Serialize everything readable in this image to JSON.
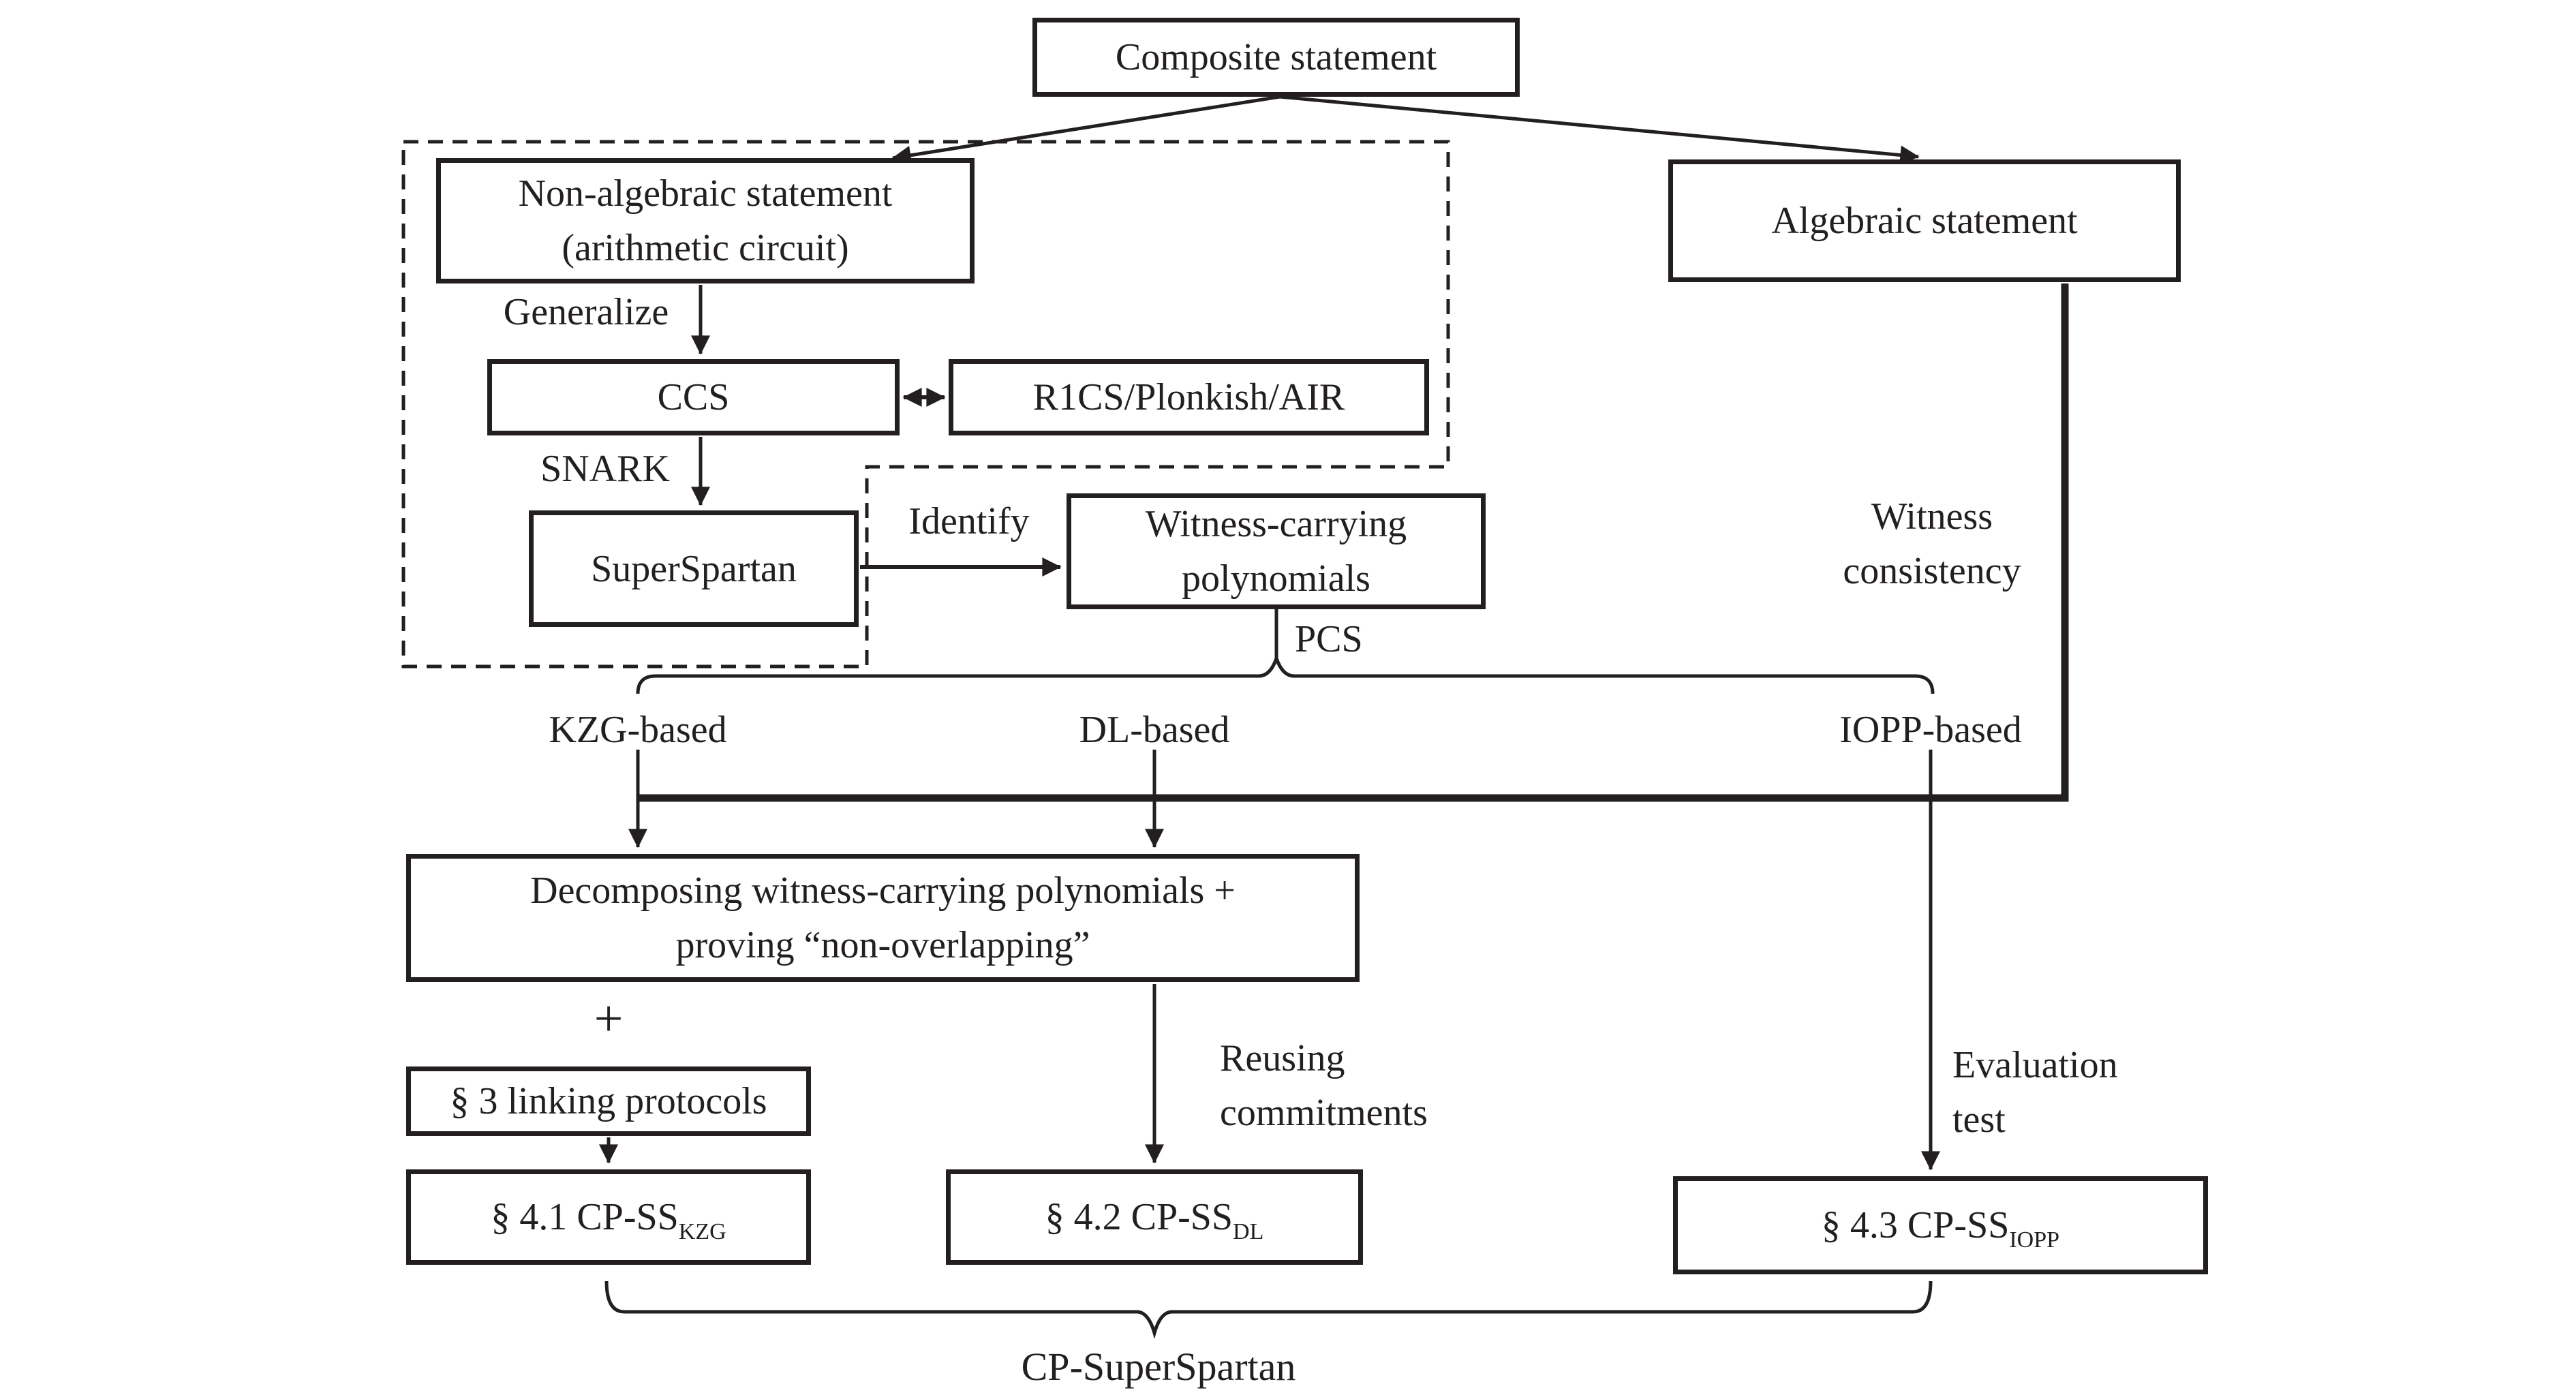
{
  "diagram": {
    "colors": {
      "ink": "#231f20",
      "background": "#ffffff"
    },
    "boxes": {
      "composite": {
        "label": "Composite statement"
      },
      "non_algebraic": {
        "line1": "Non-algebraic statement",
        "line2": "(arithmetic circuit)"
      },
      "algebraic": {
        "label": "Algebraic statement"
      },
      "ccs": {
        "label": "CCS"
      },
      "r1cs": {
        "label": "R1CS/Plonkish/AIR"
      },
      "superspartan": {
        "label": "SuperSpartan"
      },
      "wcp": {
        "line1": "Witness-carrying",
        "line2": "polynomials"
      },
      "decomposing": {
        "line1": "Decomposing witness-carrying polynomials +",
        "line2": "proving “non-overlapping”"
      },
      "linking": {
        "label": "§ 3 linking protocols"
      },
      "cp_ss_kzg": {
        "main": "§ 4.1 CP-SS",
        "sub": "KZG"
      },
      "cp_ss_dl": {
        "main": "§ 4.2 CP-SS",
        "sub": "DL"
      },
      "cp_ss_iopp": {
        "main": "§ 4.3 CP-SS",
        "sub": "IOPP"
      }
    },
    "edge_labels": {
      "generalize": "Generalize",
      "snark": "SNARK",
      "identify": "Identify",
      "pcs": "PCS",
      "witness_line1": "Witness",
      "witness_line2": "consistency",
      "kzg": "KZG-based",
      "dl": "DL-based",
      "iopp": "IOPP-based",
      "plus": "+",
      "reusing_line1": "Reusing",
      "reusing_line2": "commitments",
      "eval_line1": "Evaluation",
      "eval_line2": "test",
      "cp_superspartan": "CP-SuperSpartan"
    }
  }
}
